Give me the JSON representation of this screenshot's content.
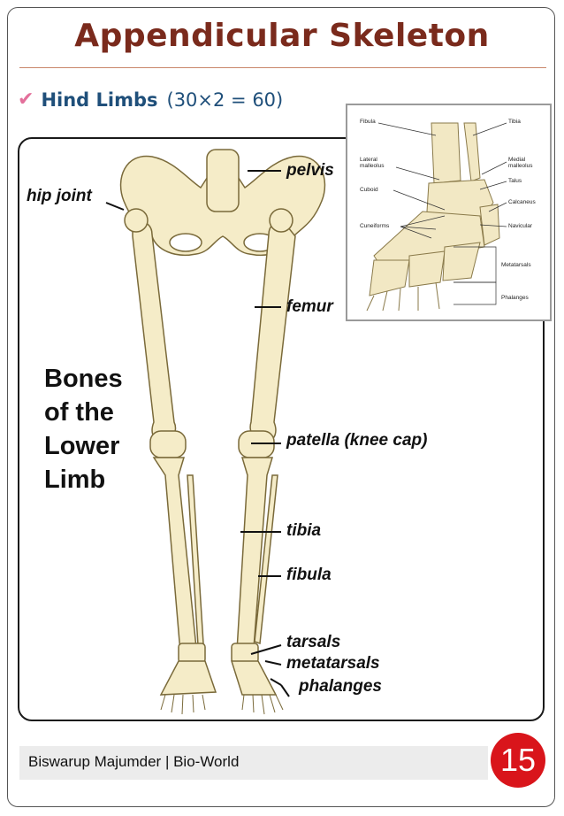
{
  "slide": {
    "title": "Appendicular Skeleton",
    "bullet_label": "Hind Limbs",
    "bullet_detail": "(30×2 = 60)"
  },
  "figure": {
    "caption": [
      "Bones",
      "of the",
      "Lower",
      "Limb"
    ],
    "labels": {
      "hip_joint": "hip joint",
      "pelvis": "pelvis",
      "femur": "femur",
      "patella": "patella (knee cap)",
      "tibia": "tibia",
      "fibula": "fibula",
      "tarsals": "tarsals",
      "metatarsals": "metatarsals",
      "phalanges": "phalanges"
    }
  },
  "inset": {
    "labels": {
      "fibula": "Fibula",
      "tibia": "Tibia",
      "lateral_malleolus": "Lateral malleolus",
      "medial_malleolus": "Medial malleolus",
      "talus": "Talus",
      "cuboid": "Cuboid",
      "calcaneus": "Calcaneus",
      "cuneiforms": "Cuneiforms",
      "navicular": "Navicular",
      "metatarsals": "Metatarsals",
      "phalanges": "Phalanges"
    }
  },
  "footer": {
    "author": "Biswarup Majumder | Bio-World",
    "page_number": "15"
  },
  "colors": {
    "title": "#7a2a1c",
    "bullet": "#1f4f7a",
    "check": "#e3709b",
    "badge": "#d9151b",
    "bone": "#f5ecc8"
  }
}
